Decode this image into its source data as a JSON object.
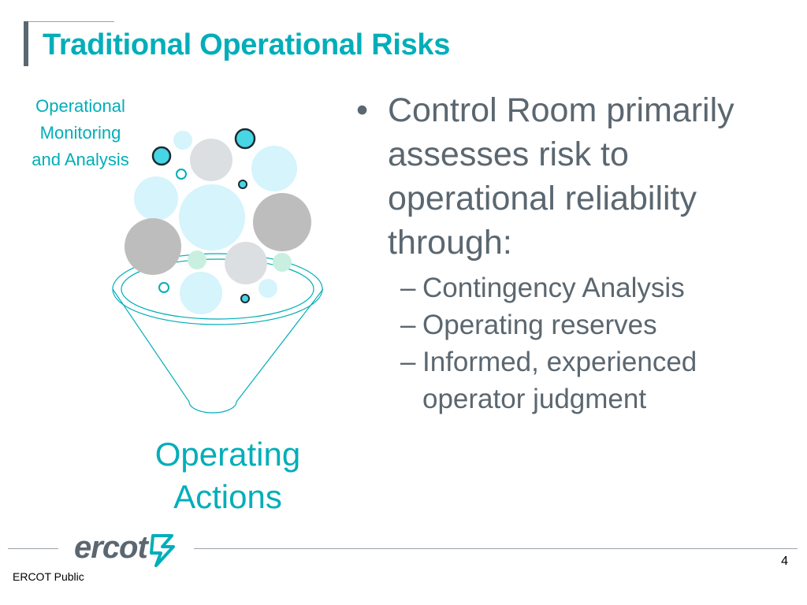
{
  "slide": {
    "title": "Traditional Operational Risks",
    "page_number": "4",
    "classification": "ERCOT Public"
  },
  "funnel": {
    "caption_lines": [
      "Operational",
      "Monitoring",
      "and Analysis"
    ],
    "output_lines": [
      "Operating",
      "Actions"
    ]
  },
  "bullets": [
    {
      "lines": [
        "Control Room primarily",
        "assesses risk to",
        "operational reliability",
        "through:"
      ],
      "sub_items": [
        {
          "lines": [
            "Contingency Analysis"
          ]
        },
        {
          "lines": [
            "Operating reserves"
          ]
        },
        {
          "lines": [
            "Informed, experienced",
            "operator judgment"
          ]
        }
      ]
    }
  ],
  "symbols": {
    "bullet": "•",
    "dash": "–"
  },
  "logo": {
    "text": "ercot"
  },
  "colors": {
    "accent_teal": "#00aeb9",
    "text_gray": "#5b6770",
    "bubble_light_cyan": "#d5f4fb",
    "bubble_light_gray": "#dcdfe1",
    "bubble_mid_gray": "#bdbdbd",
    "bubble_light_green": "#c9efe0"
  }
}
